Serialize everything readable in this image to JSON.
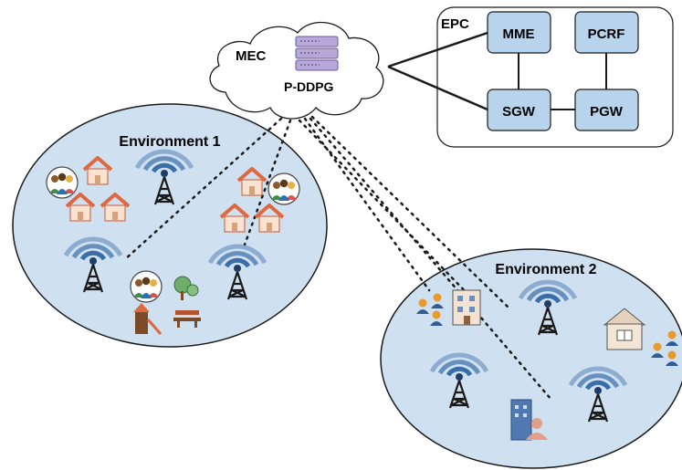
{
  "mec": {
    "label": "MEC",
    "agent_label": "P-DDPG"
  },
  "epc": {
    "label": "EPC",
    "nodes": {
      "mme": "MME",
      "pcrf": "PCRF",
      "sgw": "SGW",
      "pgw": "PGW"
    }
  },
  "environment_1": {
    "label": "Environment 1"
  },
  "environment_2": {
    "label": "Environment 2"
  },
  "colors": {
    "environment_fill": "#cfe0f0",
    "node_fill": "#b8d3ec",
    "tower_waves": "#3a6ea8",
    "house_roof": "#e0683f"
  }
}
